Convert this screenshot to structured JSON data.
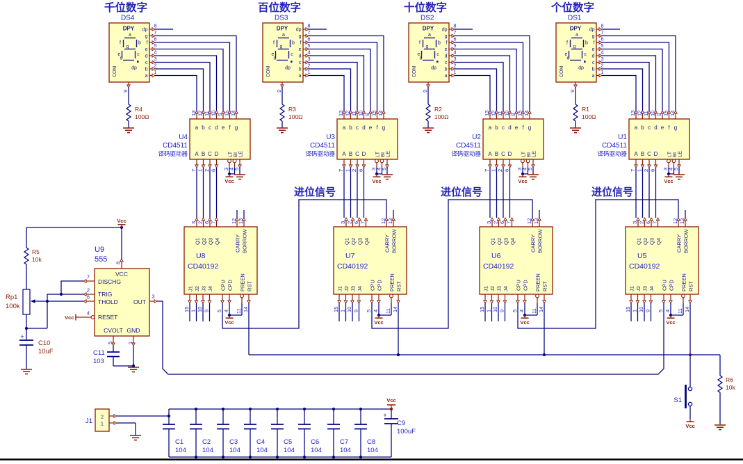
{
  "colors": {
    "bg": "#FFFFFF",
    "wire": "#000080",
    "maroon": "#8B1A00",
    "chip_fill": "#FFFFC2",
    "chip_border": "#8B1A00",
    "blue": "#1F1FC8",
    "navy_text": "#17178C",
    "title_blue": "#2424B8",
    "black": "#000000"
  },
  "power": {
    "vcc_label": "Vcc"
  },
  "carry_labels": [
    "进位信号",
    "进位信号",
    "进位信号"
  ],
  "display_def": {
    "part_label": "DPY",
    "com_label": "COM",
    "com_pin_num": "9",
    "seg_labels": {
      "a": "a",
      "b": "b",
      "c": "c",
      "d": "d",
      "e": "e",
      "f": "f",
      "g": "g",
      "dp": "dp"
    },
    "right_pins": [
      {
        "name": "dp",
        "num": "8"
      },
      {
        "name": "g",
        "num": "7"
      },
      {
        "name": "f",
        "num": "6"
      },
      {
        "name": "e",
        "num": "5"
      },
      {
        "name": "d",
        "num": "4"
      },
      {
        "name": "c",
        "num": "3"
      },
      {
        "name": "b",
        "num": "2"
      },
      {
        "name": "a",
        "num": "1"
      }
    ]
  },
  "decoder_def": {
    "part": "CD4511",
    "desc": "译码驱动器",
    "top_pins": [
      {
        "name": "a",
        "num": "13"
      },
      {
        "name": "b",
        "num": "12"
      },
      {
        "name": "c",
        "num": "11"
      },
      {
        "name": "d",
        "num": "10"
      },
      {
        "name": "e",
        "num": "9"
      },
      {
        "name": "f",
        "num": "15"
      },
      {
        "name": "g",
        "num": "14"
      }
    ],
    "in_pins": [
      {
        "name": "A",
        "num": "7"
      },
      {
        "name": "B",
        "num": "1"
      },
      {
        "name": "C",
        "num": "2"
      },
      {
        "name": "D",
        "num": "6"
      }
    ],
    "ctrl_pins": [
      {
        "name": "LT",
        "num": "3"
      },
      {
        "name": "BI",
        "num": "4"
      },
      {
        "name": "LE",
        "num": "5"
      }
    ]
  },
  "counter_def": {
    "part": "CD40192",
    "q_pins": [
      {
        "name": "Q1",
        "num": "3"
      },
      {
        "name": "Q2",
        "num": "2"
      },
      {
        "name": "Q3",
        "num": "6"
      },
      {
        "name": "Q4",
        "num": "7"
      }
    ],
    "carry_pin": {
      "name": "CARRY",
      "num": "12"
    },
    "borrow_pin": {
      "name": "BORROW",
      "num": "13"
    },
    "j_pins": [
      {
        "name": "J1",
        "num": "15"
      },
      {
        "name": "J2",
        "num": "1"
      },
      {
        "name": "J3",
        "num": "10"
      },
      {
        "name": "J4",
        "num": "9"
      }
    ],
    "cpu_pin": {
      "name": "CPU",
      "num": "5"
    },
    "cpd_pin": {
      "name": "CPD",
      "num": "4"
    },
    "preen_pin": {
      "name": "PREEN",
      "num": "11"
    },
    "rst_pin": {
      "name": "RST",
      "num": "14"
    }
  },
  "digit_groups": [
    {
      "title": "千位数字",
      "display_ref": "DS4",
      "decoder_ref": "U4",
      "counter_ref": "U8",
      "resistor_ref": "R4",
      "resistor_value": "100Ω"
    },
    {
      "title": "百位数字",
      "display_ref": "DS3",
      "decoder_ref": "U3",
      "counter_ref": "U7",
      "resistor_ref": "R3",
      "resistor_value": "100Ω"
    },
    {
      "title": "十位数字",
      "display_ref": "DS2",
      "decoder_ref": "U2",
      "counter_ref": "U6",
      "resistor_ref": "R2",
      "resistor_value": "100Ω"
    },
    {
      "title": "个位数字",
      "display_ref": "DS1",
      "decoder_ref": "U1",
      "counter_ref": "U5",
      "resistor_ref": "R1",
      "resistor_value": "100Ω"
    }
  ],
  "timer": {
    "ref": "U9",
    "part": "555",
    "pin_vcc": {
      "name": "VCC",
      "num": "8"
    },
    "pin_dischg": {
      "name": "DISCHG",
      "num": "7"
    },
    "pin_trig": {
      "name": "TRIG",
      "num": "2"
    },
    "pin_thold": {
      "name": "THOLD",
      "num": "6"
    },
    "pin_reset": {
      "name": "RESET",
      "num": "4"
    },
    "pin_out": {
      "name": "OUT",
      "num": "3"
    },
    "pin_cvolt": {
      "name": "CVOLT",
      "num": "5"
    },
    "pin_gnd": {
      "name": "GND",
      "num": "1"
    }
  },
  "r5": {
    "ref": "R5",
    "value": "10k"
  },
  "rp1": {
    "ref": "Rp1",
    "value": "100k"
  },
  "r6": {
    "ref": "R6",
    "value": "10k"
  },
  "c10": {
    "ref": "C10",
    "value": "10uF"
  },
  "c11": {
    "ref": "C11",
    "value": "103"
  },
  "c9": {
    "ref": "C9",
    "value": "100uF"
  },
  "s1": {
    "ref": "S1"
  },
  "j1": {
    "ref": "J1",
    "pin_nums": [
      "2",
      "1"
    ]
  },
  "bypass_caps": [
    {
      "ref": "C1",
      "value": "104"
    },
    {
      "ref": "C2",
      "value": "104"
    },
    {
      "ref": "C3",
      "value": "104"
    },
    {
      "ref": "C4",
      "value": "104"
    },
    {
      "ref": "C5",
      "value": "104"
    },
    {
      "ref": "C6",
      "value": "104"
    },
    {
      "ref": "C7",
      "value": "104"
    },
    {
      "ref": "C8",
      "value": "104"
    }
  ]
}
